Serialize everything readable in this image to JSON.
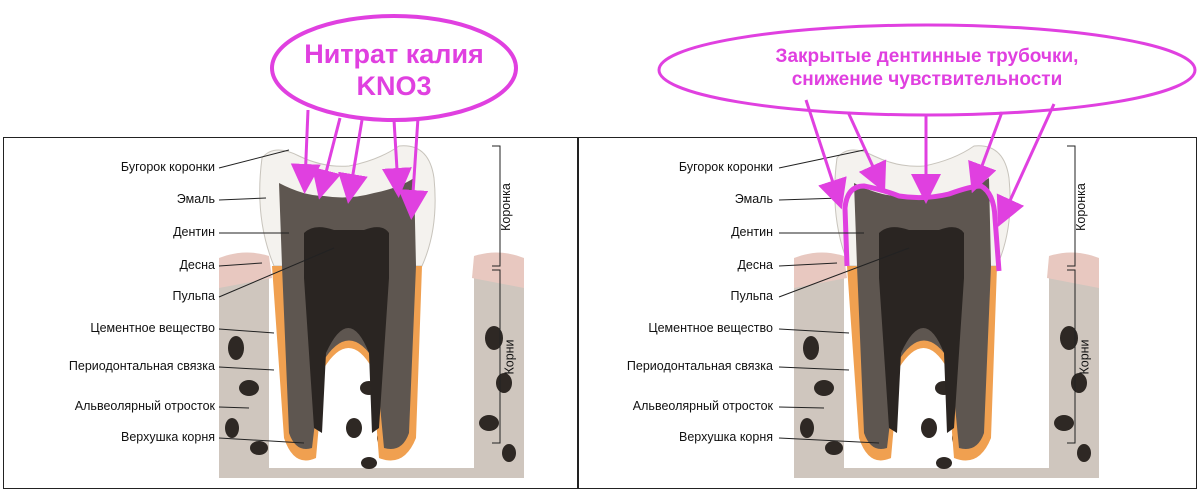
{
  "left_panel": {
    "callout_line1": "Нитрат калия",
    "callout_line2": "KNO3",
    "labels": [
      "Бугорок коронки",
      "Эмаль",
      "Дентин",
      "Десна",
      "Пульпа",
      "Цементное вещество",
      "Периодонтальная связка",
      "Альвеолярный отросток",
      "Верхушка корня"
    ],
    "section_crown": "Коронка",
    "section_roots": "Корни"
  },
  "right_panel": {
    "callout_line1": "Закрытые дентинные трубочки,",
    "callout_line2": "снижение чувствительности",
    "labels": [
      "Бугорок коронки",
      "Эмаль",
      "Дентин",
      "Десна",
      "Пульпа",
      "Цементное вещество",
      "Периодонтальная связка",
      "Альвеолярный отросток",
      "Верхушка корня"
    ],
    "section_crown": "Коронка",
    "section_roots": "Корни"
  },
  "colors": {
    "callout": "#e040e0",
    "enamel": "#f4f2ee",
    "dentin": "#5e5650",
    "pulp": "#2a2522",
    "bone": "#cfc6be",
    "cementum": "#f0a050"
  }
}
